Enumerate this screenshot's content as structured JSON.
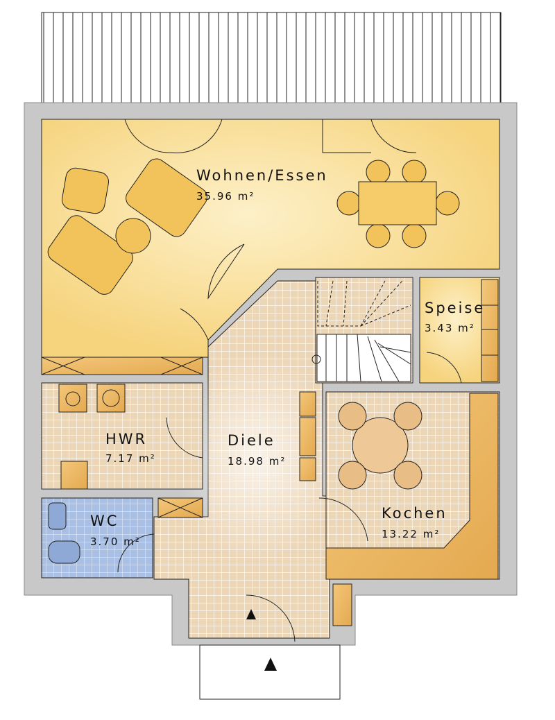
{
  "plan": {
    "rooms": [
      {
        "name": "Wohnen/Essen",
        "area": "35.96 m²"
      },
      {
        "name": "Speise",
        "area": "3.43 m²"
      },
      {
        "name": "HWR",
        "area": "7.17 m²"
      },
      {
        "name": "Diele",
        "area": "18.98 m²"
      },
      {
        "name": "WC",
        "area": "3.70 m²"
      },
      {
        "name": "Kochen",
        "area": "13.22 m²"
      }
    ],
    "colors": {
      "wall": "#c8c8c8",
      "living": "#f8d888",
      "tile": "#ecd6b8",
      "wc": "#a9bfe3",
      "furniture": "#e8b25a"
    }
  }
}
